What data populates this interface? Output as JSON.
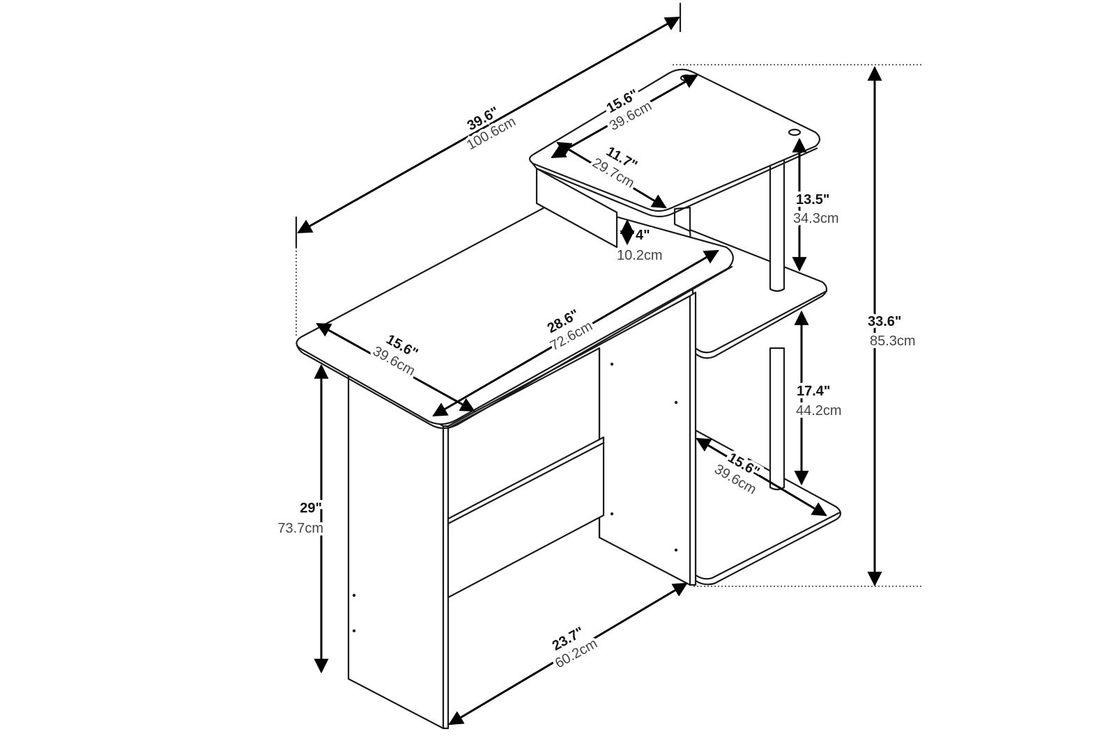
{
  "dimensions": {
    "overall_width": {
      "in": "39.6\"",
      "cm": "100.6cm"
    },
    "top_shelf_width": {
      "in": "15.6\"",
      "cm": "39.6cm"
    },
    "top_shelf_depth": {
      "in": "11.7\"",
      "cm": "29.7cm"
    },
    "top_shelf_clearance": {
      "in": "13.5\"",
      "cm": "34.3cm"
    },
    "riser_height": {
      "in": "4\"",
      "cm": "10.2cm"
    },
    "overall_height": {
      "in": "33.6\"",
      "cm": "85.3cm"
    },
    "desk_width": {
      "in": "28.6\"",
      "cm": "72.6cm"
    },
    "desk_depth": {
      "in": "15.6\"",
      "cm": "39.6cm"
    },
    "middle_shelf_clearance": {
      "in": "17.4\"",
      "cm": "44.2cm"
    },
    "bottom_shelf_depth": {
      "in": "15.6\"",
      "cm": "39.6cm"
    },
    "desk_height": {
      "in": "29\"",
      "cm": "73.7cm"
    },
    "knee_width": {
      "in": "23.7\"",
      "cm": "60.2cm"
    }
  }
}
